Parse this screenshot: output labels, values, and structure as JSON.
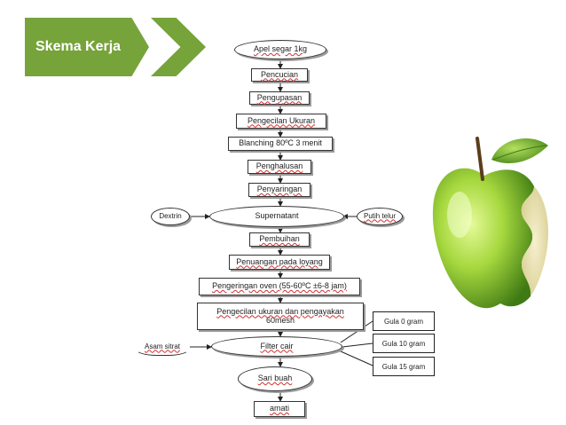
{
  "header": {
    "title": "Skema Kerja"
  },
  "flow": {
    "start": "Apel segar 1kg",
    "steps": [
      "Pencucian",
      "Pengupasan",
      "Pengecilan Ukuran",
      "Blanching 80ºC 3 menit",
      "Penghalusan",
      "Penyaringan"
    ],
    "supernatant": "Supernatant",
    "dextrin": "Dextrin",
    "putih_telur": "Putih telur",
    "pembuihan": "Pembuihan",
    "penuangan": "Penuangan pada loyang",
    "pengeringan": "Pengeringan oven (55-60ºC ±6-8 jam)",
    "pengecilan2_line1": "Pengecilan ukuran dan pengayakan",
    "pengecilan2_line2": "60mesh",
    "asam_sitrat": "Asam sitrat",
    "filter": "Filter cair",
    "sari": "Sari buah",
    "amati": "amati"
  },
  "gula": {
    "options": [
      "Gula 0 gram",
      "Gula 10 gram",
      "Gula 15 gram"
    ]
  },
  "colors": {
    "banner": "#76a33a",
    "apple_light": "#c8ec6a",
    "apple_dark": "#4f8a1c"
  },
  "icons": {
    "apple": "bitten-green-apple-icon"
  }
}
